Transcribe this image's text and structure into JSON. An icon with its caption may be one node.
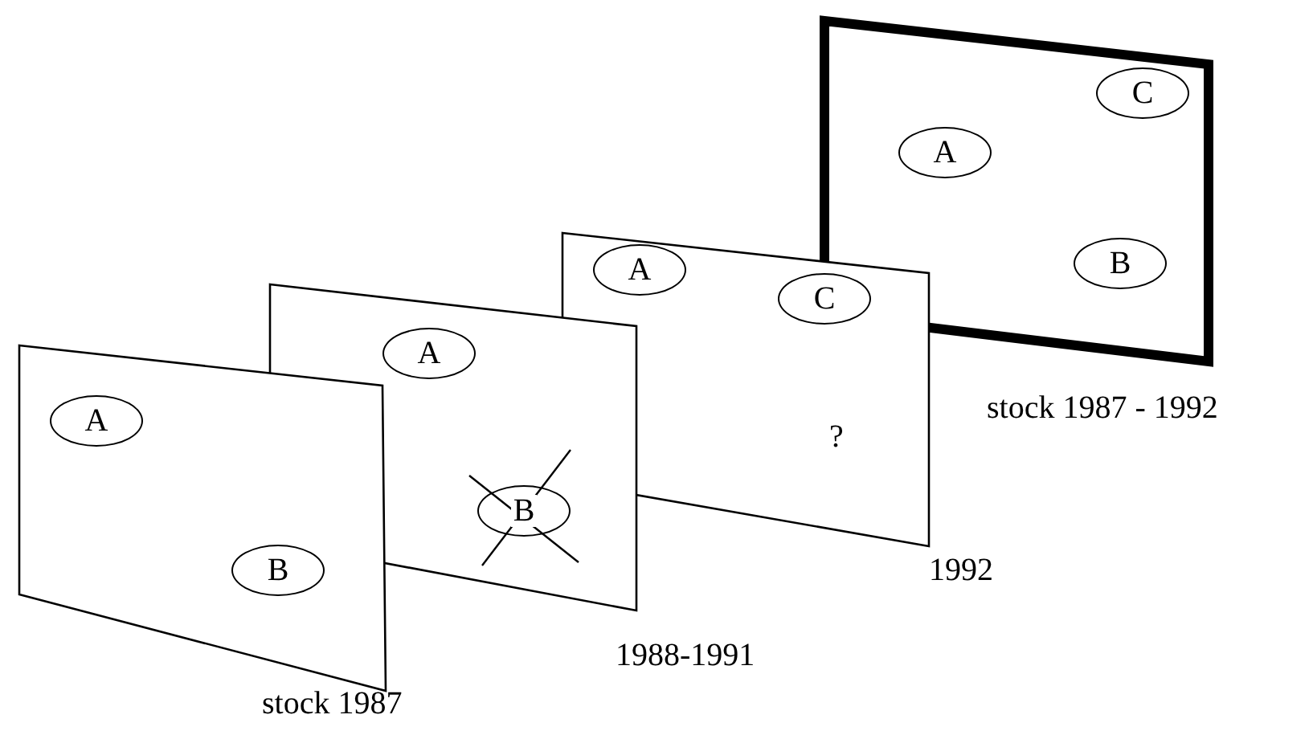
{
  "diagram": {
    "nodes": [
      {
        "text": [],
        "shape": "box",
        "beside": [
          "stock 1987"
        ]
      },
      {
        "text": [
          "A"
        ],
        "in": 0
      },
      {
        "text": [
          "B"
        ],
        "in": 0
      },
      {
        "text": [],
        "shape": "box",
        "beside": [
          "1988-1991"
        ]
      },
      {
        "text": [
          "A"
        ],
        "in": 3
      },
      {
        "text": [
          "B"
        ],
        "in": 3
      },
      {
        "text": [],
        "shape": "box",
        "beside": [
          "1992"
        ]
      },
      {
        "text": [
          "A"
        ],
        "in": 6
      },
      {
        "text": [
          "C"
        ],
        "in": 6
      },
      {
        "text": [],
        "shape": "box",
        "beside": [
          "stock 1987 - 1992"
        ]
      },
      {
        "text": [
          "A"
        ],
        "in": 9
      },
      {
        "text": [
          "C"
        ],
        "in": 9
      },
      {
        "text": [
          "B"
        ],
        "in": 9
      }
    ],
    "labels": [
      "?"
    ]
  }
}
